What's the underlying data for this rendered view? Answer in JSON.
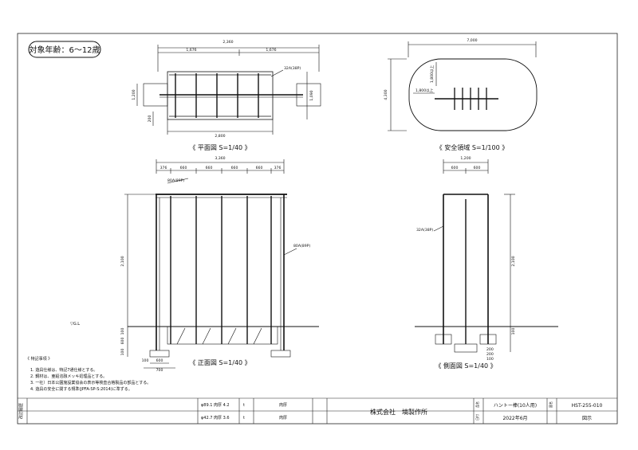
{
  "age_target": "対象年齢：6〜12歳",
  "views": {
    "plan": {
      "caption": "《 平面図 S=1/40 》",
      "dims": {
        "top_total": "2,360",
        "top_left": "1,676",
        "top_right": "1,676",
        "bottom": "2,800",
        "left_1": "1,200",
        "left_2": "200",
        "right": "1,090",
        "pipe": "32A(38P)"
      }
    },
    "safety": {
      "caption": "《 安全領域 S=1/100 》",
      "dims": {
        "top": "7,000",
        "left": "4,300",
        "inner_v": "1,800以上",
        "inner_h": "1,800以上"
      }
    },
    "front": {
      "caption": "《 正面図 S=1/40 》",
      "dims": {
        "top_total": "3,360",
        "seg1": "376",
        "seg2": "660",
        "seg3": "660",
        "seg4": "660",
        "seg5": "660",
        "seg6": "376",
        "height": "2,100",
        "gl_below": "100",
        "found": "600",
        "found2": "100",
        "foot_a": "600",
        "foot_b": "100",
        "foot_c": "700",
        "pipe_top": "80A(89P)",
        "pipe_side": "80A(89P)"
      },
      "gl_label": "▽G.L"
    },
    "side": {
      "caption": "《 側面図 S=1/40 》",
      "dims": {
        "top_total": "1,200",
        "left": "600",
        "right": "600",
        "pipe": "32A(38P)",
        "height": "2,100",
        "f1": "200",
        "f2": "200",
        "f3": "100",
        "gl_below": "100"
      }
    }
  },
  "notes": {
    "heading": "《 特記事項 》",
    "items": [
      "1. 遊具仕様は、特記7通仕様とする。",
      "2. 鋼材は、亜鉛溶融メッキ処理品とする。",
      "3. 一社）日本公園施設業協会の表示等検査合格製品の部品とする。",
      "4. 遊具の安全に関する規準(JPFA-SP-S:2014)に準ずる。"
    ]
  },
  "title_block": {
    "side_label": "改訂履歴",
    "row1_spec": "φ89.1 肉厚 4.2",
    "row1_mark": "t",
    "row1_unit": "肉厚",
    "row2_spec": "φ42.7 肉厚 3.6",
    "row2_mark": "t",
    "row2_unit": "肉厚",
    "company": "株式会社　塙製作所",
    "label_name": "品名",
    "label_date": "日付",
    "label_draw": "図名",
    "product_name": "ハントー棒(10人用)",
    "date": "2022年6月",
    "drawing_no": "HST-255-010",
    "drawing_type": "図示"
  }
}
